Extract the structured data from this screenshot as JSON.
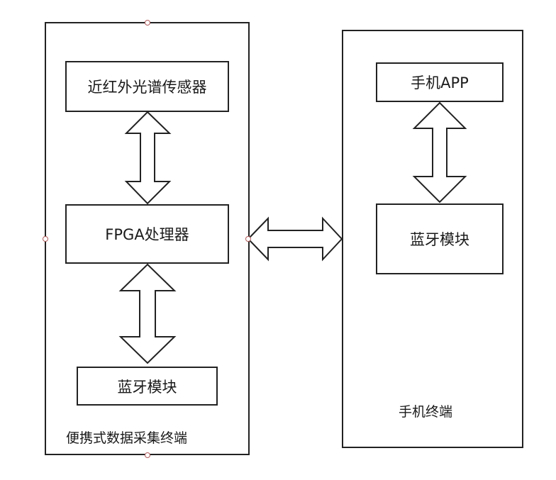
{
  "left_panel": {
    "caption": "便携式数据采集终端",
    "sensor_label": "近红外光谱传感器",
    "fpga_label": "FPGA处理器",
    "bluetooth_label": "蓝牙模块"
  },
  "right_panel": {
    "caption": "手机终端",
    "app_label": "手机APP",
    "bluetooth_label": "蓝牙模块"
  },
  "colors": {
    "stroke": "#222222",
    "handle": "#b05a5a"
  }
}
